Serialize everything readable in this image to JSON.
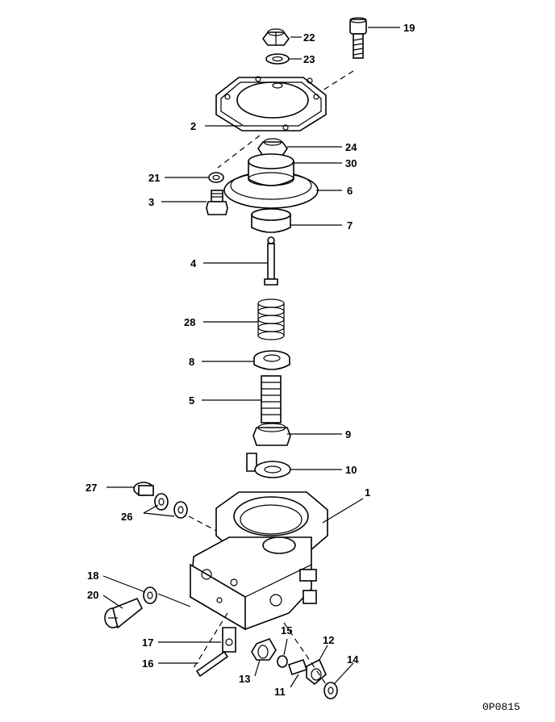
{
  "diagram": {
    "drawing_code": "0P0815",
    "callouts": {
      "c1": "1",
      "c2": "2",
      "c3": "3",
      "c4": "4",
      "c5": "5",
      "c6": "6",
      "c7": "7",
      "c8": "8",
      "c9": "9",
      "c10": "10",
      "c11": "11",
      "c12": "12",
      "c13": "13",
      "c14": "14",
      "c15": "15",
      "c16": "16",
      "c17": "17",
      "c18": "18",
      "c19": "19",
      "c20": "20",
      "c21": "21",
      "c22": "22",
      "c23": "23",
      "c24": "24",
      "c26": "26",
      "c27": "27",
      "c28": "28",
      "c30": "30"
    }
  }
}
